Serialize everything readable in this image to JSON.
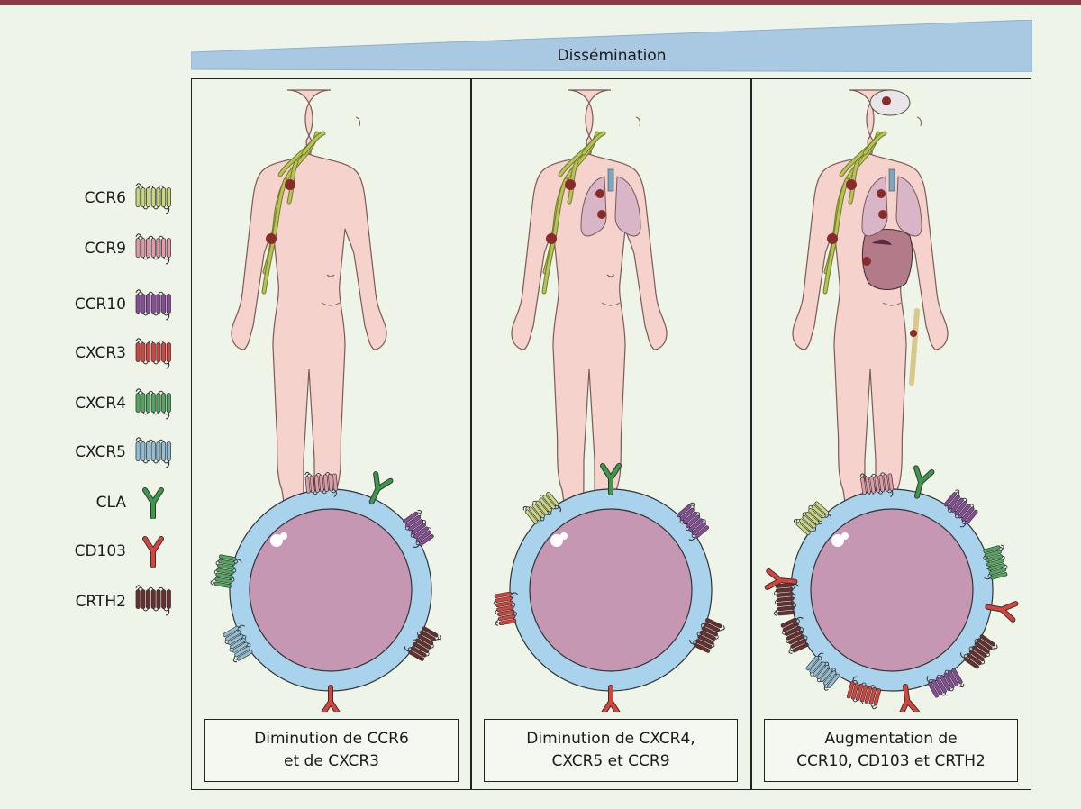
{
  "banner": {
    "label": "Dissémination"
  },
  "legend": [
    {
      "label": "CCR6",
      "color": "#c9d77a",
      "kind": "receptor"
    },
    {
      "label": "CCR9",
      "color": "#e39aa8",
      "kind": "receptor"
    },
    {
      "label": "CCR10",
      "color": "#8b4a9e",
      "kind": "receptor"
    },
    {
      "label": "CXCR3",
      "color": "#d9433d",
      "kind": "receptor"
    },
    {
      "label": "CXCR4",
      "color": "#4fa85c",
      "kind": "receptor"
    },
    {
      "label": "CXCR5",
      "color": "#8fbfd8",
      "kind": "receptor"
    },
    {
      "label": "CLA",
      "color": "#3a9a4a",
      "kind": "y"
    },
    {
      "label": "CD103",
      "color": "#d9433d",
      "kind": "y"
    },
    {
      "label": "CRTH2",
      "color": "#6a2e2e",
      "kind": "receptor"
    }
  ],
  "panels": [
    {
      "caption_line1": "Diminution de CCR6",
      "caption_line2": "et de CXCR3"
    },
    {
      "caption_line1": "Diminution de CXCR4,",
      "caption_line2": "CXCR5 et CCR9"
    },
    {
      "caption_line1": "Augmentation de",
      "caption_line2": "CCR10, CD103 et CRTH2"
    }
  ],
  "colors": {
    "skin": "#f6d2cc",
    "skin_outline": "#7a5a55",
    "cell_membrane": "#a9d3ec",
    "nucleus": "#c597b2",
    "lymph": "#b9c25a",
    "tumor": "#8a2a2a",
    "lung": "#d9b5c8"
  }
}
